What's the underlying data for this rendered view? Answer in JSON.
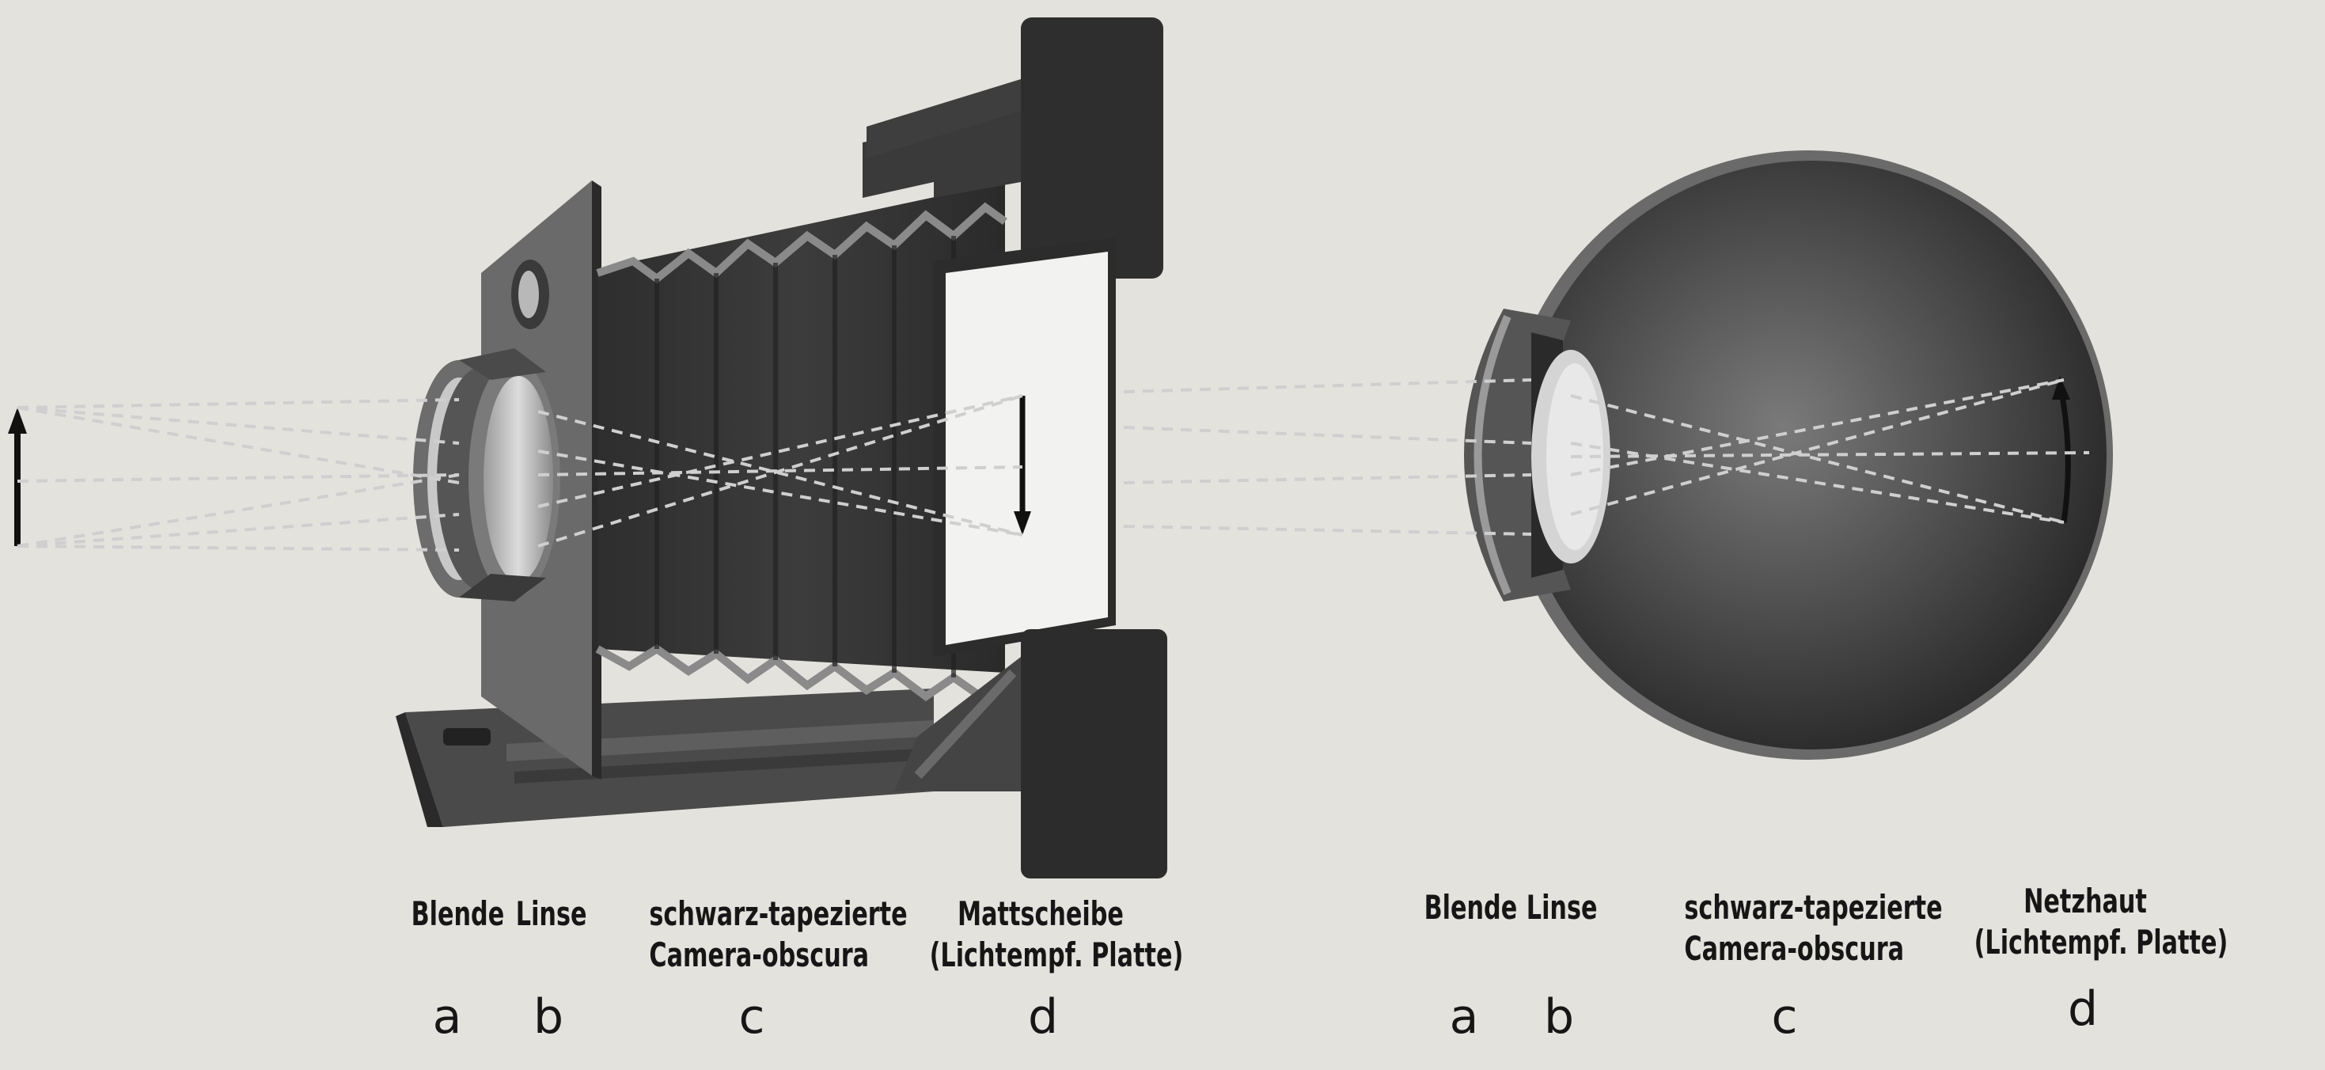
{
  "camera": {
    "labels": {
      "blende": "Blende",
      "linse": "Linse",
      "obscura_1": "schwarz-tapezierte",
      "obscura_2": "Camera-obscura",
      "platte_1": "Mattscheibe",
      "platte_2": "(Lichtempf. Platte)"
    },
    "letters": [
      "a",
      "b",
      "c",
      "d"
    ]
  },
  "eye": {
    "labels": {
      "blende": "Blende",
      "linse": "Linse",
      "obscura_1": "schwarz-tapezierte",
      "obscura_2": "Camera-obscura",
      "platte_1": "Netzhaut",
      "platte_2": "(Lichtempf. Platte)"
    },
    "letters": [
      "a",
      "b",
      "c",
      "d"
    ]
  },
  "colors": {
    "paper": "#e4e2dd",
    "ink": "#161616",
    "rays": "#d8d8d8",
    "camera_body": "#3a3a3a",
    "eyeball": "#4a4a4a"
  }
}
